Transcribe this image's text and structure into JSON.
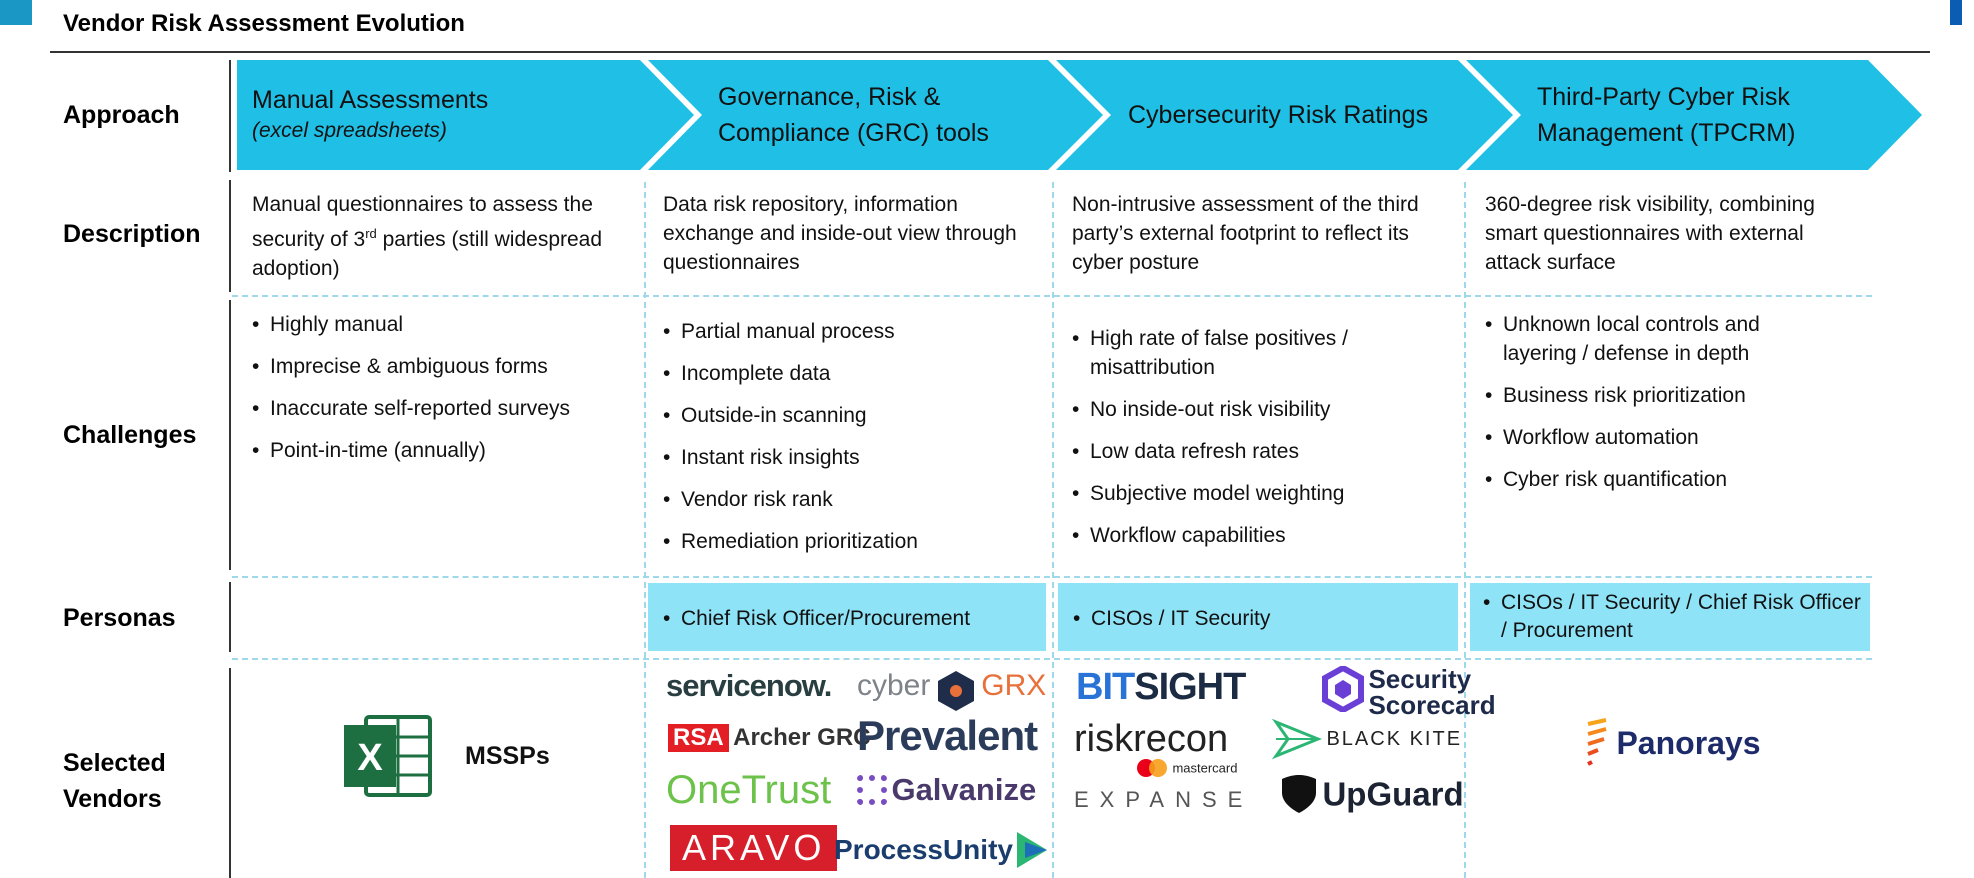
{
  "title": "Vendor Risk Assessment Evolution",
  "row_labels": {
    "approach": "Approach",
    "description": "Description",
    "challenges": "Challenges",
    "personas": "Personas",
    "vendors_1": "Selected",
    "vendors_2": "Vendors"
  },
  "colors": {
    "chevron": "#1fbfe6",
    "persona_box": "#8fe3f7",
    "dash": "#9fd8ea",
    "corner_left": "#1a97c4",
    "corner_right": "#0b5db3"
  },
  "columns": [
    {
      "approach_line1": "Manual Assessments",
      "approach_line2": "(excel spreadsheets)",
      "description_pre": "Manual questionnaires to assess the security of 3",
      "description_sup": "rd",
      "description_post": " parties (still widespread adoption)",
      "challenges": [
        "Highly manual",
        "Imprecise & ambiguous forms",
        "Inaccurate self-reported surveys",
        "Point-in-time (annually)"
      ],
      "personas": [],
      "vendors_text": "MSSPs",
      "vendors_icon": "excel-icon"
    },
    {
      "approach_line1": "Governance, Risk &",
      "approach_line2": "Compliance (GRC) tools",
      "description": "Data risk repository, information exchange and inside-out view through questionnaires",
      "challenges": [
        "Partial manual process",
        "Incomplete data",
        "Outside-in scanning",
        "Instant risk insights",
        "Vendor risk rank",
        "Remediation prioritization"
      ],
      "personas": [
        "Chief Risk Officer/Procurement"
      ],
      "logos": {
        "servicenow": "servicenow.",
        "cybergrx_a": "cyber",
        "cybergrx_b": "GRX",
        "rsa": "RSA",
        "archer": "Archer GRC",
        "prevalent": "Prevalent",
        "onetrust": "OneTrust",
        "galvanize": "Galvanize",
        "aravo": "ARAVO",
        "processunity": "ProcessUnity"
      }
    },
    {
      "approach_line1": "Cybersecurity Risk Ratings",
      "description": "Non-intrusive assessment of the third party’s external footprint to reflect its cyber posture",
      "challenges": [
        "High rate of false positives / misattribution",
        "No inside-out risk visibility",
        "Low data refresh rates",
        "Subjective model weighting",
        "Workflow capabilities"
      ],
      "personas": [
        "CISOs / IT Security"
      ],
      "logos": {
        "bitsight_a": "BIT",
        "bitsight_b": "SIGHT",
        "securityscorecard_a": "Security",
        "securityscorecard_b": "Scorecard",
        "riskrecon": "riskrecon",
        "mastercard": "mastercard",
        "blackkite": "BLACK KITE",
        "expanse": "EXPANSE",
        "upguard": "UpGuard"
      }
    },
    {
      "approach_line1": "Third-Party Cyber Risk",
      "approach_line2": "Management (TPCRM)",
      "description": "360-degree risk visibility, combining smart questionnaires with external attack surface",
      "challenges": [
        "Unknown local controls and layering / defense in depth",
        "Business risk prioritization",
        "Workflow automation",
        "Cyber risk quantification"
      ],
      "personas": [
        "CISOs / IT Security / Chief Risk Officer / Procurement"
      ],
      "logos": {
        "panorays": "Panorays"
      }
    }
  ]
}
